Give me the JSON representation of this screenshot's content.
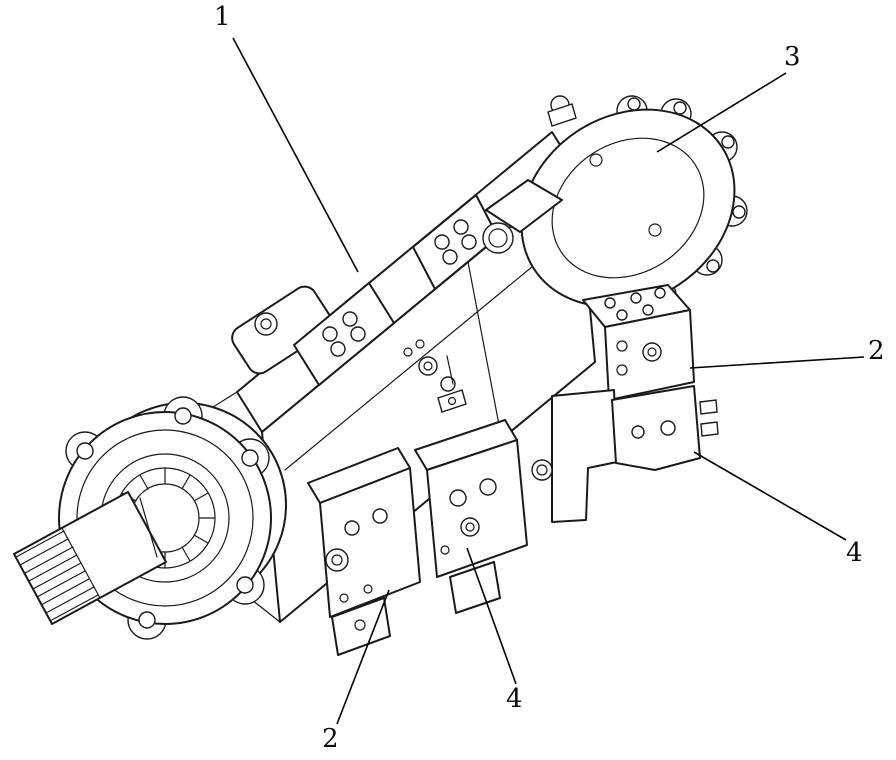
{
  "figure": {
    "kind": "technical-line-illustration",
    "subject": "hydraulic piston pump assembly with numbered part callouts",
    "background_color": "#ffffff",
    "line_color": "#1a1a1a"
  },
  "callouts": [
    {
      "id": "top",
      "label": "1"
    },
    {
      "id": "top-right",
      "label": "3"
    },
    {
      "id": "right",
      "label": "2"
    },
    {
      "id": "right-lower",
      "label": "4"
    },
    {
      "id": "bottom-left",
      "label": "2"
    },
    {
      "id": "bottom-center",
      "label": "4"
    }
  ]
}
